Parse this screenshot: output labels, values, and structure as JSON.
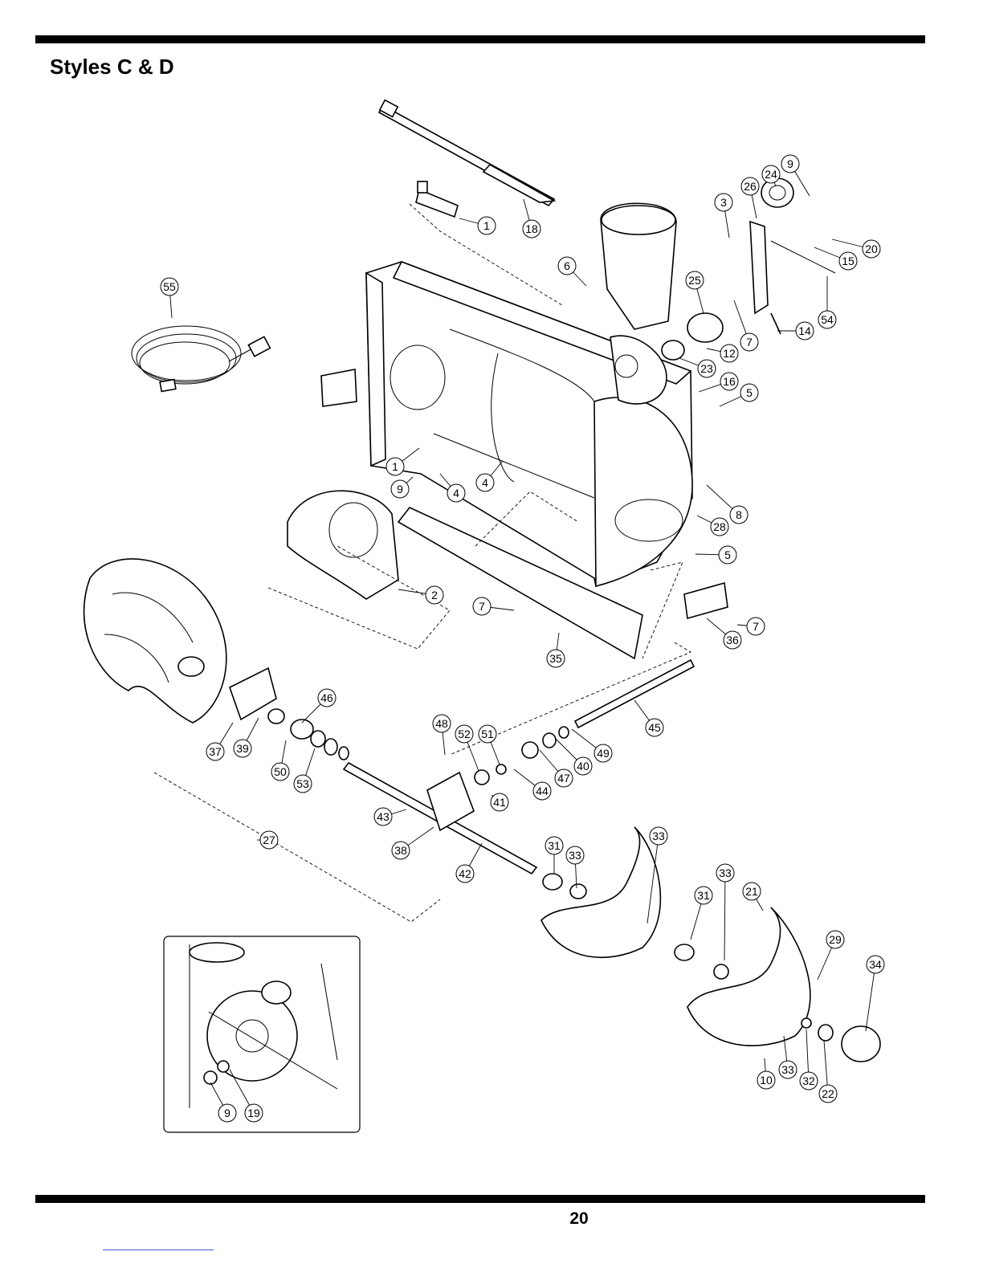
{
  "header": {
    "title": "Styles C & D"
  },
  "footer": {
    "page_number": "20"
  },
  "callouts": [
    "55",
    "1",
    "18",
    "6",
    "3",
    "26",
    "24",
    "9",
    "20",
    "15",
    "54",
    "25",
    "14",
    "7",
    "12",
    "23",
    "16",
    "5",
    "1",
    "9",
    "4",
    "4",
    "8",
    "28",
    "5",
    "2",
    "7",
    "35",
    "36",
    "7",
    "37",
    "39",
    "46",
    "50",
    "53",
    "48",
    "52",
    "51",
    "44",
    "47",
    "40",
    "49",
    "45",
    "41",
    "43",
    "38",
    "42",
    "27",
    "31",
    "33",
    "33",
    "33",
    "21",
    "31",
    "29",
    "34",
    "10",
    "33",
    "32",
    "22",
    "9",
    "19"
  ]
}
